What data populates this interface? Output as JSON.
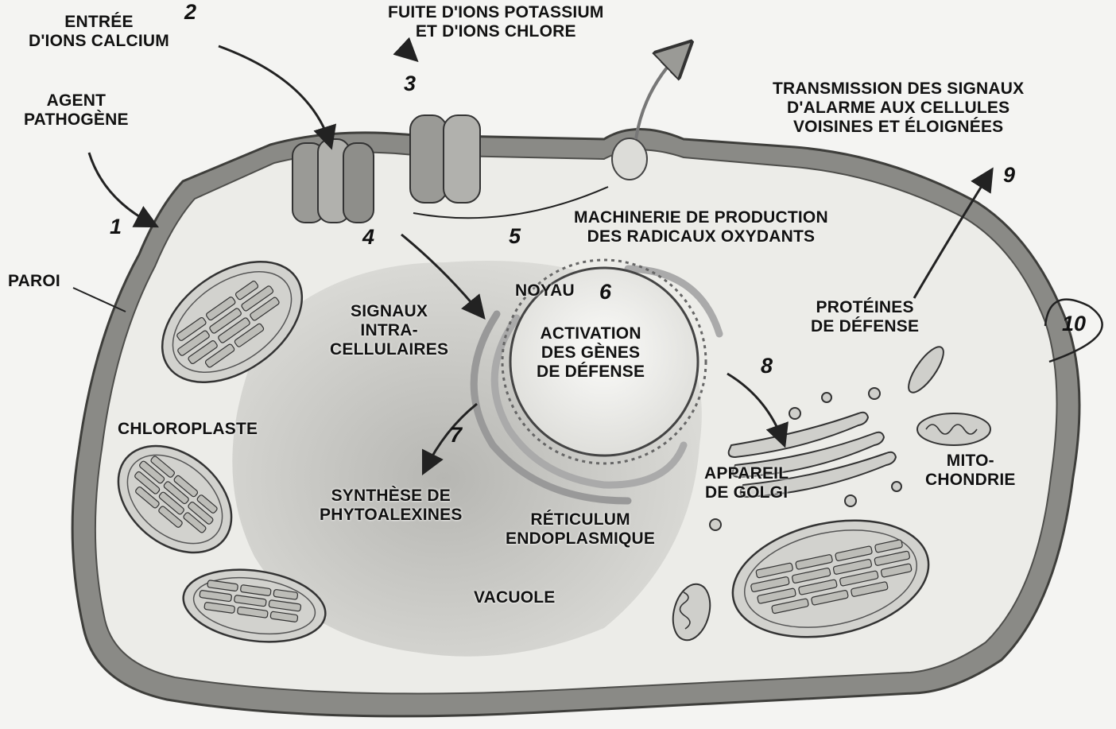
{
  "labels": {
    "entree_calcium": "ENTRÉE\nD'IONS CALCIUM",
    "fuite_ions": "FUITE D'IONS POTASSIUM\nET D'IONS CHLORE",
    "agent_pathogene": "AGENT\nPATHOGÈNE",
    "transmission": "TRANSMISSION DES SIGNAUX\nD'ALARME AUX CELLULES\nVOISINES ET ÉLOIGNÉES",
    "machinerie": "MACHINERIE DE PRODUCTION\nDES RADICAUX OXYDANTS",
    "paroi": "PAROI",
    "noyau": "NOYAU",
    "signaux": "SIGNAUX\nINTRA-\nCELLULAIRES",
    "activation": "ACTIVATION\nDES GÈNES\nDE DÉFENSE",
    "proteines": "PROTÉINES\nDE DÉFENSE",
    "chloroplaste": "CHLOROPLASTE",
    "synthese": "SYNTHÈSE DE\nPHYTOALEXINES",
    "reticulum": "RÉTICULUM\nENDOPLASMIQUE",
    "appareil_golgi": "APPAREIL\nDE GOLGI",
    "mitochondrie": "MITO-\nCHONDRIE",
    "vacuole": "VACUOLE"
  },
  "steps": {
    "s1": "1",
    "s2": "2",
    "s3": "3",
    "s4": "4",
    "s5": "5",
    "s6": "6",
    "s7": "7",
    "s8": "8",
    "s9": "9",
    "s10": "10"
  },
  "colors": {
    "wall": "#7c7c78",
    "wall_dark": "#4e4e4b",
    "cytoplasm": "#ecece8",
    "vacuole": "#c8c8c4",
    "organelle": "#b5b5b0",
    "ink": "#111111"
  }
}
